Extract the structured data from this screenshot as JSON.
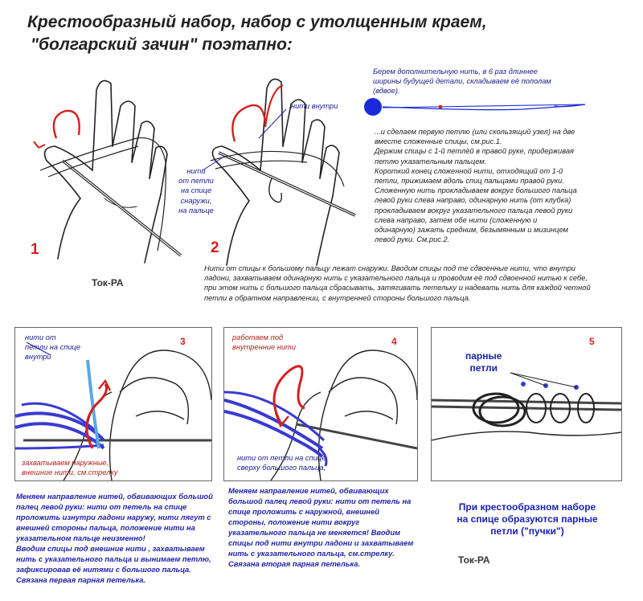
{
  "title": {
    "line1": "Крестообразный набор,  набор с утолщенным краем,",
    "line2": "\"болгарский зачин\"   поэтапно:"
  },
  "figures": {
    "fig1": {
      "number": "1"
    },
    "fig2": {
      "number": "2",
      "label_inside": "нити внутри",
      "label_outside": "нити\nот петли\nна спице\nснаружи,\nна пальце"
    },
    "watermark1": "Ток-РА"
  },
  "intro": {
    "line1": "Берем  дополнительную нить, в 6 раз длиннее",
    "line2": "ширины будущей детали, складываем её пополам",
    "line3": "(вдвое)."
  },
  "steps": {
    "lines": [
      "...и сделаем первую петлю (или скользящий узел) на две",
      "вместе сложенные  спицы, см.рис.1.",
      " Держим спицы с 1-й петлёй в правой руке, придерживая",
      "петлю указательным пальцем.",
      "Короткий конец сложенной нити, отходящий от 1-й",
      "петли,  прижимаем вдоль спиц пальцами правой руки.",
      "Сложенную нить прокладываем вокруг большого пальца",
      "левой руки слева направо, одинарную нить (от клубка)",
      "прокладываем вокруг указательного пальца левой руки",
      "слева направо, затем обе нити (сложенную и",
      "одинарную) зажать средним, безымянным и мизинцем",
      "левой руки. См.рис.2."
    ]
  },
  "middle_para": {
    "lines": [
      "Нити от спицы к большому пальцу лежат снаружи.  Вводим спицы под те сдвоенные нити, что внутри",
      "ладони, захватываем одинарную нить с указательного пальца и проводим её под сдвоенной нитью к себе,",
      "при этом нить с большого пальца сбрасывать, затягивать петельку и надевать нить для каждой четной",
      "петли  в обратном направлении, с внутренней стороны большого пальца."
    ]
  },
  "panel3": {
    "number": "3",
    "label_top": "нити от\nпетли на спице\nвнутри",
    "label_bottom": "захватываем наружные,\nвнешние нити, см.стрелку"
  },
  "panel4": {
    "number": "4",
    "label_top": "работаем под\nвнутренние нити",
    "label_bottom": "нити от петли на спице\nсверху большого пальца,"
  },
  "panel5": {
    "number": "5",
    "label": "парные\nпетли"
  },
  "bottom": {
    "col1": [
      "Меняем направление нитей, обвивающих большой",
      "палец левой руки: нити от петель на спице",
      "проложить изнутри ладони наружу, нити лягут с",
      "внешней стороны пальца,  положение нити на",
      "указательном пальце неизменно!",
      "Вводим  спицы под внешние нити , захватываем",
      "нить с указательного пальца и вынимаем петлю,",
      "зафиксировав её нитями с большого пальца.",
      "Связана первая парная петелька."
    ],
    "col2": [
      "Меняем  направление нитей, обвивающих",
      "большой палец  левой руки:  нити от петель на",
      "спице  проложить с наружной, внешней",
      "стороны, положение нити вокруг",
      "указательного пальца не меняется!  Вводим",
      "спицы под нити внутри ладони и захватываем",
      "нить с указательного пальца, см.стрелку.",
      "Связана вторая парная петелька."
    ],
    "col3": [
      "При крестообразном наборе",
      "на спице образуются парные",
      "петли (\"пучки\")"
    ],
    "watermark2": "Ток-РА"
  },
  "colors": {
    "accent_blue": "#1f1fa8",
    "accent_red": "#d42020",
    "yarn_blue": "#3a3ad0",
    "ball_blue": "#1a2ad8"
  }
}
